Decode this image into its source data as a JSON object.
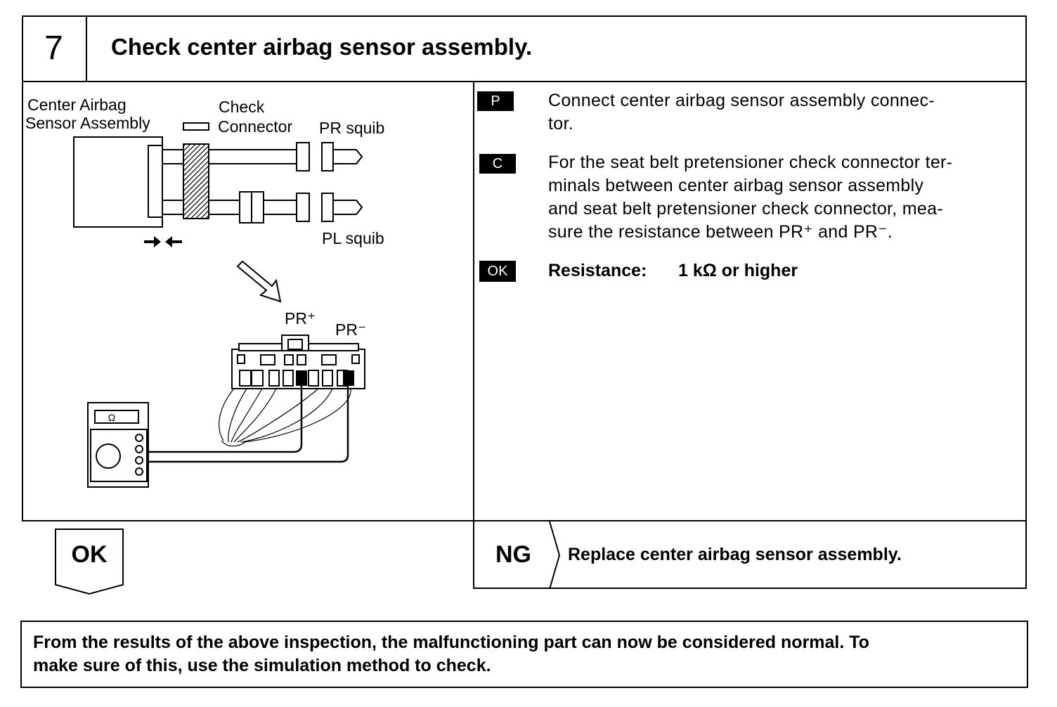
{
  "step": {
    "number": "7",
    "title": "Check center airbag sensor assembly."
  },
  "diagram": {
    "labels": {
      "center_airbag": "Center Airbag",
      "sensor_assembly": "Sensor Assembly",
      "check": "Check",
      "connector": "Connector",
      "pr_squib": "PR squib",
      "pl_squib": "PL squib",
      "pr_plus": "PR⁺",
      "pr_minus": "PR⁻",
      "ohm": "Ω"
    }
  },
  "instructions": {
    "p_badge": "P",
    "p_text_line1": "Connect center airbag sensor assembly connec-",
    "p_text_line2": "tor.",
    "c_badge": "C",
    "c_text_line1": "For the seat belt pretensioner check connector ter-",
    "c_text_line2": "minals between center airbag sensor assembly",
    "c_text_line3": "and seat belt pretensioner check connector, mea-",
    "c_text_line4": "sure the resistance between PR⁺ and PR⁻.",
    "ok_badge": "OK",
    "resistance_label": "Resistance:",
    "resistance_value": "1 kΩ or higher"
  },
  "results": {
    "ok_label": "OK",
    "ng_label": "NG",
    "ng_action": "Replace center airbag sensor assembly."
  },
  "footer": {
    "line1": "From the results of the above inspection, the malfunctioning part can now be considered normal. To",
    "line2": "make sure of this, use the simulation method to check."
  }
}
